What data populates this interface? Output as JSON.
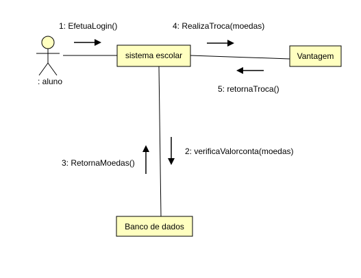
{
  "actor": {
    "label": ": aluno",
    "fill": "#ffffc0"
  },
  "objects": {
    "sistema": "sistema escolar",
    "vantagem": "Vantagem",
    "banco": "Banco de dados"
  },
  "messages": {
    "m1": "1: EfetuaLogin()",
    "m2": "2: verificaValorconta(moedas)",
    "m3": "3: RetornaMoedas()",
    "m4": "4: RealizaTroca(moedas)",
    "m5": "5: retornaTroca()"
  },
  "colors": {
    "object_fill": "#ffffc0",
    "stroke": "#000000"
  }
}
